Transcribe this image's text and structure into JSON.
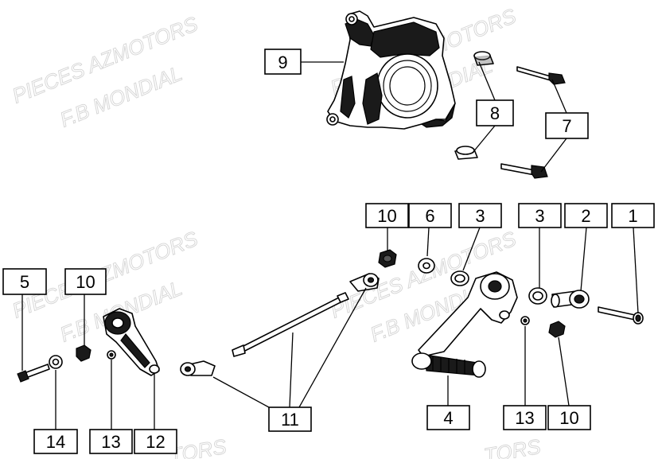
{
  "watermark": {
    "line1": "PIECES AZMOTORS",
    "line2": "F.B MONDIAL",
    "line3": "TORS"
  },
  "callouts": {
    "c9": "9",
    "c8": "8",
    "c7": "7",
    "c10a": "10",
    "c6": "6",
    "c3a": "3",
    "c3b": "3",
    "c2": "2",
    "c1": "1",
    "c5": "5",
    "c10b": "10",
    "c11": "11",
    "c4": "4",
    "c13a": "13",
    "c10c": "10",
    "c14": "14",
    "c13b": "13",
    "c12": "12"
  }
}
